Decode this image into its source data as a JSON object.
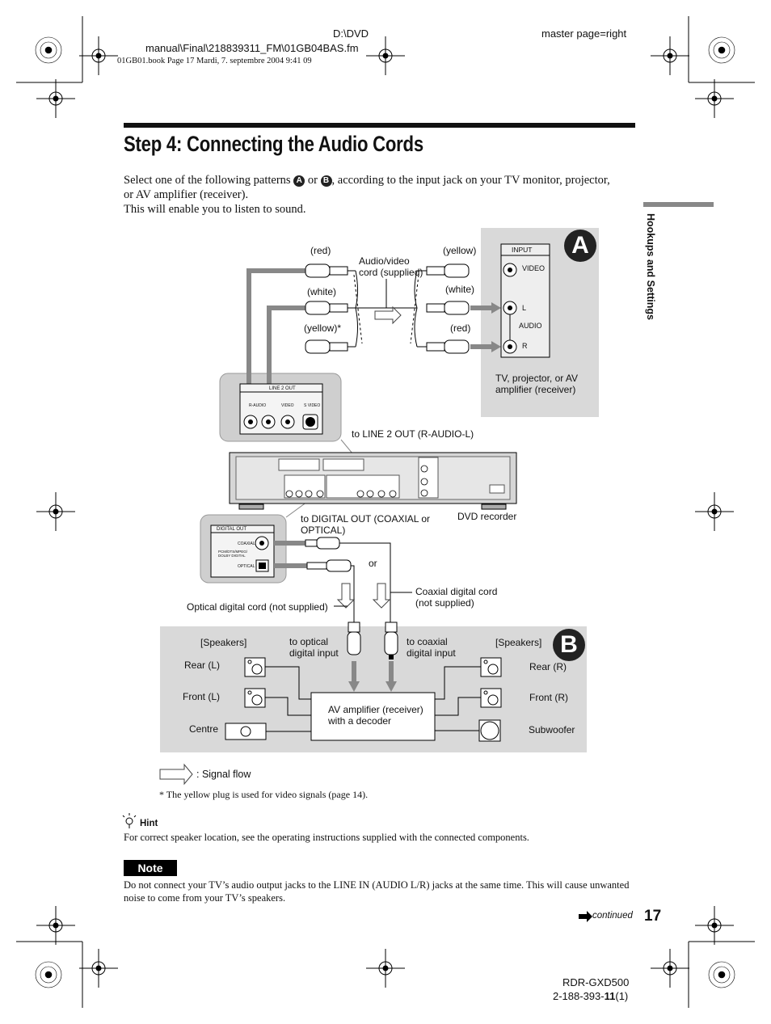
{
  "header": {
    "file_path_1": "D:\\DVD",
    "file_path_2": "manual\\Final\\218839311_FM\\01GB04BAS.fm",
    "master_page": "master page=right",
    "book_info": "01GB01.book  Page 17  Mardi, 7. septembre 2004  9:41 09"
  },
  "title": "Step 4: Connecting the Audio Cords",
  "intro": {
    "part1": "Select one of the following patterns ",
    "a": "A",
    "or": " or ",
    "b": "B",
    "part2": ", according to the input jack on your TV monitor, projector,",
    "line2": "or AV amplifier (receiver).",
    "line3": "This will enable you to listen to sound."
  },
  "side_tab": "Hookups and Settings",
  "diagram": {
    "badge_a": "A",
    "badge_b": "B",
    "red_left": "(red)",
    "white_left": "(white)",
    "yellow_left": "(yellow)*",
    "av_cord": "Audio/video cord (supplied)",
    "yellow_right": "(yellow)",
    "white_right": "(white)",
    "red_right": "(red)",
    "input": "INPUT",
    "video": "VIDEO",
    "l": "L",
    "audio": "AUDIO",
    "r": "R",
    "tv_label": "TV, projector, or AV amplifier (receiver)",
    "line2_out": "LINE 2 OUT",
    "r_audio": "R-AUDIO",
    "video_small": "VIDEO",
    "s_video": "S VIDEO",
    "to_line2": "to LINE 2 OUT (R-AUDIO-L)",
    "to_digital": "to DIGITAL OUT (COAXIAL or OPTICAL)",
    "dvd_recorder": "DVD recorder",
    "digital_out": "DIGITAL OUT",
    "coaxial": "COAXIAL",
    "pcm": "PCM/DTS/MPEG/ DOLBY DIGITAL",
    "optical": "OPTICAL",
    "or": "or",
    "coax_cord": "Coaxial digital cord (not supplied)",
    "optical_cord": "Optical digital cord (not supplied)",
    "speakers_l": "[Speakers]",
    "speakers_r": "[Speakers]",
    "to_optical": "to optical digital input",
    "to_coaxial": "to coaxial digital input",
    "rear_l": "Rear (L)",
    "front_l": "Front (L)",
    "centre": "Centre",
    "rear_r": "Rear (R)",
    "front_r": "Front (R)",
    "subwoofer": "Subwoofer",
    "amp": "AV amplifier (receiver) with a decoder"
  },
  "signal_flow": ": Signal flow",
  "footnote": "* The yellow plug is used for video signals (page 14).",
  "hint": {
    "title": "Hint",
    "text": "For correct speaker location, see the operating instructions supplied with the connected components."
  },
  "note": {
    "title": "Note",
    "text": "Do not connect your TV’s audio output jacks to the LINE IN (AUDIO L/R) jacks at the same time. This will cause unwanted noise to come from your TV’s speakers."
  },
  "continued": "continued",
  "page_number": "17",
  "footer": {
    "model": "RDR-GXD500",
    "code_prefix": "2-188-393-",
    "code_bold": "11",
    "code_suffix": "(1)"
  }
}
